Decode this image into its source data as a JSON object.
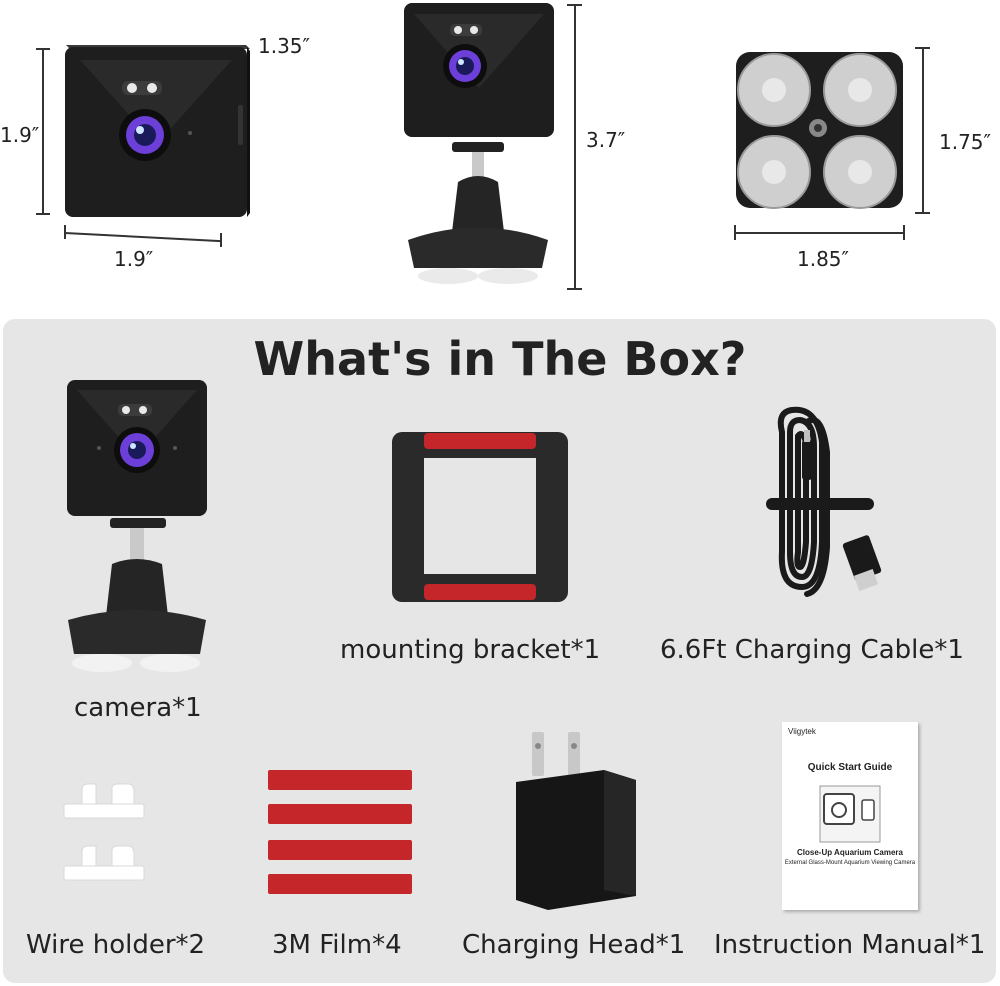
{
  "dimensions": {
    "cube_depth": "1.35″",
    "cube_height": "1.9″",
    "cube_width": "1.9″",
    "stand_height": "3.7″",
    "suction_height": "1.75″",
    "suction_width": "1.85″"
  },
  "box": {
    "title": "What's in The Box?",
    "items": {
      "camera": "camera*1",
      "bracket": "mounting bracket*1",
      "cable": "6.6Ft Charging Cable*1",
      "wire_holder": "Wire holder*2",
      "film": "3M Film*4",
      "charging_head": "Charging Head*1",
      "manual": "Instruction Manual*1"
    }
  },
  "manual_cover": {
    "brand": "Viigytek",
    "heading": "Quick Start Guide",
    "product": "Close-Up Aquarium Camera",
    "subtitle": "External Glass-Mount Aquarium Viewing Camera"
  },
  "colors": {
    "panel": "#e6e6e6",
    "device": "#1d1d1d",
    "tape_red": "#c4262a",
    "lens_purple": "#6b3fd8"
  }
}
